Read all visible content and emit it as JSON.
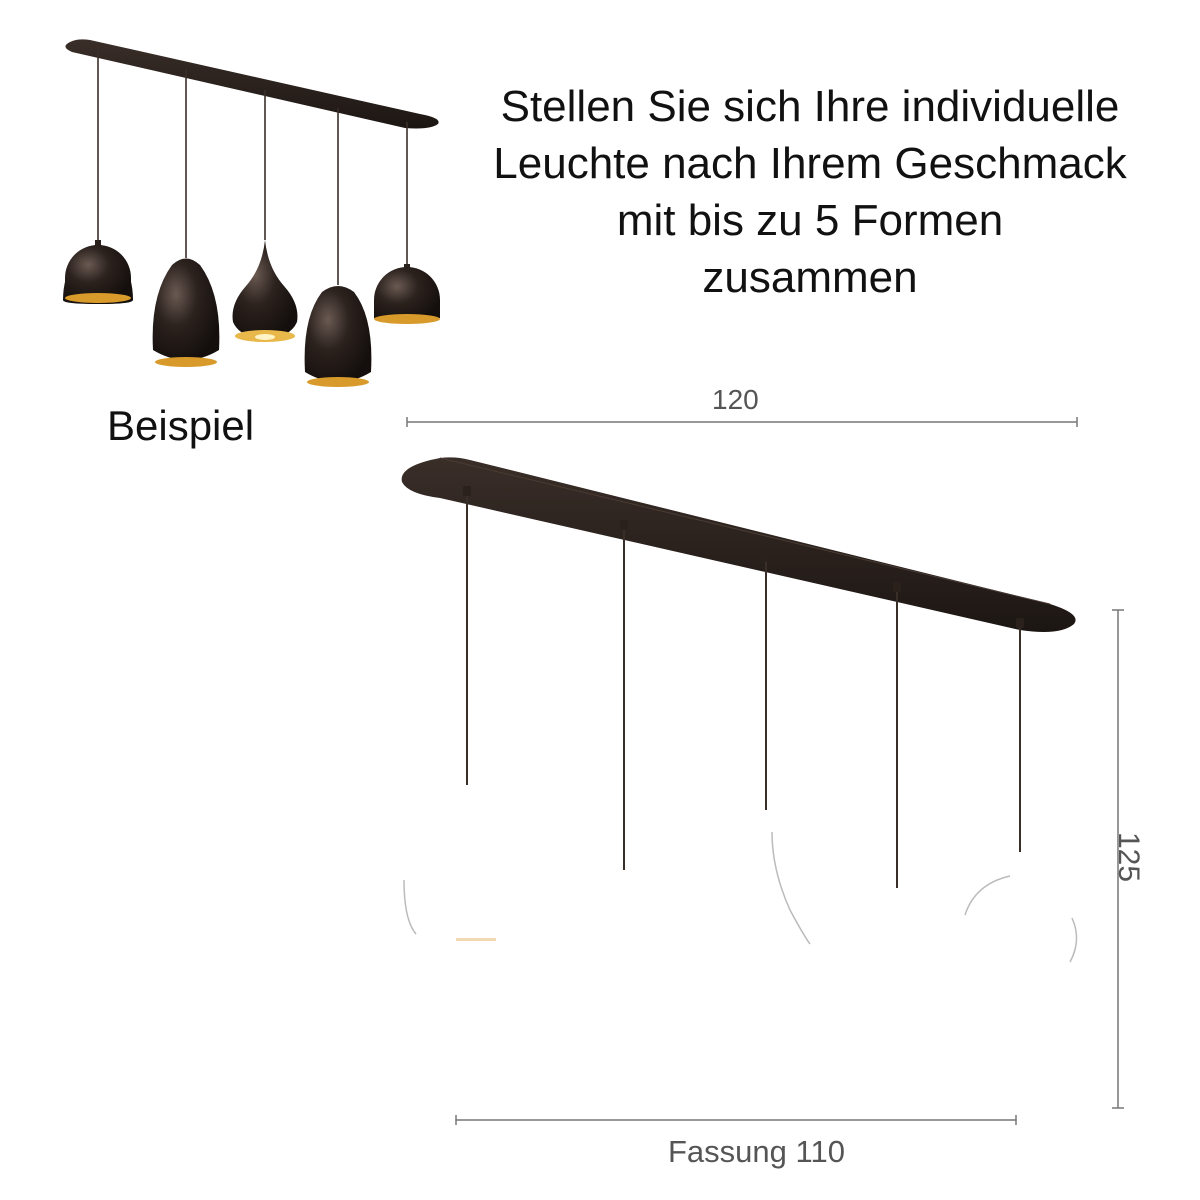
{
  "headline": {
    "line1": "Stellen Sie sich Ihre individuelle",
    "line2": "Leuchte nach Ihrem Geschmack",
    "line3": "mit bis zu 5  Formen",
    "line4": "zusammen"
  },
  "example_label": "Beispiel",
  "dimensions": {
    "width": "120",
    "height": "125",
    "socket_spacing": "Fassung 110"
  },
  "colors": {
    "canopy": "#2a211c",
    "shade_outer": "#241c18",
    "shade_inner": "#d89a2a",
    "dimension_line": "#777777"
  }
}
